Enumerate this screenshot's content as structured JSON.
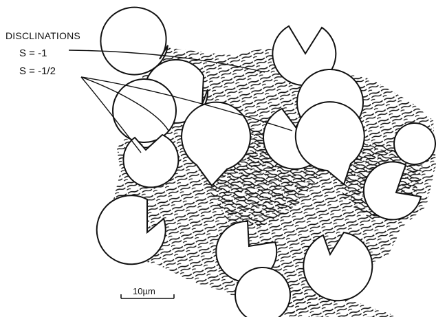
{
  "figure": {
    "heading": "DISCLINATIONS",
    "label_s_minus_1": "S = -1",
    "label_s_minus_half": "S = -1/2",
    "scale_bar_label": "10µm"
  },
  "colors": {
    "ink": "#111111",
    "background": "#ffffff",
    "cell_fill": "#ffffff"
  },
  "legend": {
    "cells": "notched-circle",
    "matrix": "hatched-texture"
  }
}
